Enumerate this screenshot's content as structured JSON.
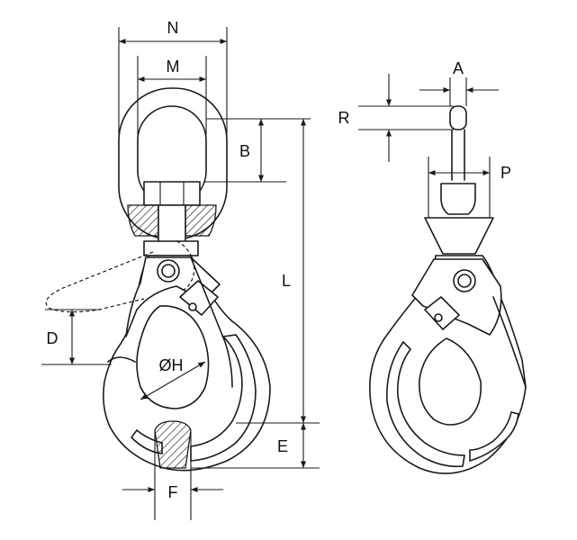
{
  "labels": {
    "N": "N",
    "M": "M",
    "B": "B",
    "L": "L",
    "D": "D",
    "H": "ØH",
    "E": "E",
    "F": "F",
    "A": "A",
    "R": "R",
    "P": "P"
  },
  "colors": {
    "line": "#1a1a1a",
    "background": "#ffffff"
  }
}
